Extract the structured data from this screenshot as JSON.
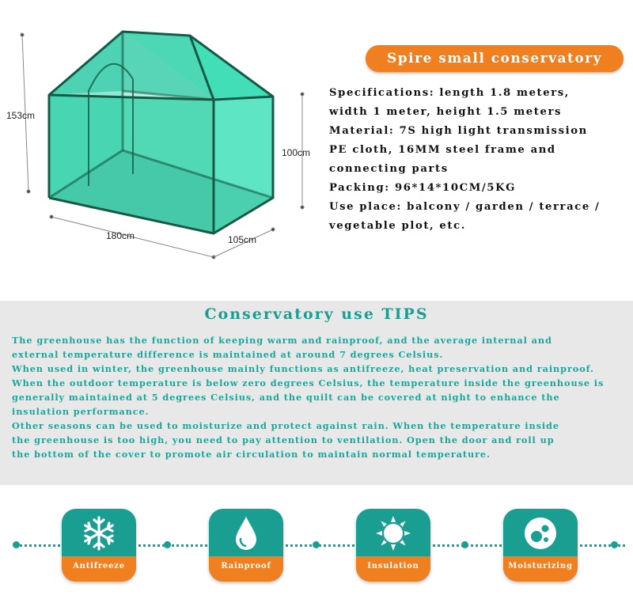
{
  "product": {
    "dimensions": {
      "height_total": "153cm",
      "height_wall": "100cm",
      "length": "180cm",
      "width": "105cm"
    },
    "title": "Spire small conservatory",
    "spec_lines": [
      "Specifications: length 1.8 meters,",
      "width 1 meter, height 1.5 meters",
      "Material: 7S high light transmission",
      "PE cloth, 16MM steel frame and",
      "connecting parts",
      "Packing: 96*14*10CM/5KG",
      "Use place: balcony / garden / terrace /",
      "vegetable plot, etc."
    ]
  },
  "tips": {
    "title": "Conservatory use TIPS",
    "lines": [
      "The greenhouse has the function of keeping warm and rainproof, and the average internal and",
      "external temperature difference is maintained at around 7 degrees Celsius.",
      "When used in winter, the greenhouse mainly functions as antifreeze, heat preservation and rainproof.",
      "When the outdoor temperature is below zero degrees Celsius, the temperature inside the greenhouse is",
      "generally maintained at 5 degrees Celsius, and the quilt can be covered at night to enhance the",
      "insulation performance.",
      "Other seasons can be used to moisturize and protect against rain. When the temperature inside",
      "the greenhouse is too high, you need to pay attention to ventilation. Open the door and roll up",
      "the bottom of the cover to promote air circulation to maintain normal temperature."
    ]
  },
  "features": [
    {
      "label": "Antifreeze",
      "icon": "snowflake-icon"
    },
    {
      "label": "Rainproof",
      "icon": "water-drop-icon"
    },
    {
      "label": "Insulation",
      "icon": "sun-icon"
    },
    {
      "label": "Moisturizing",
      "icon": "bubbles-icon"
    }
  ],
  "colors": {
    "teal": "#1a9e92",
    "orange": "#f07f1f",
    "greenhouse_fill": "#3ad6b2",
    "greenhouse_frame": "#165a45"
  }
}
